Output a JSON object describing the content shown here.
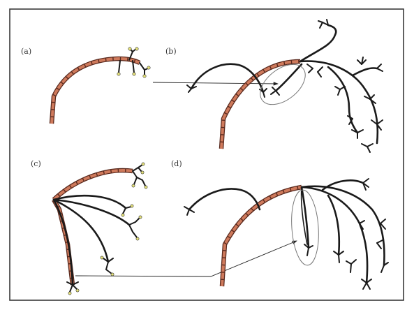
{
  "panels": [
    {
      "id": "a",
      "label": "(a)"
    },
    {
      "id": "b",
      "label": "(b)"
    },
    {
      "id": "c",
      "label": "(c)"
    },
    {
      "id": "d",
      "label": "(d)"
    }
  ],
  "colors": {
    "stem_fill": "#cf7a5c",
    "stem_edge": "#5a2a1e",
    "branch": "#1a1a1a",
    "bud": "#e6e27a",
    "ellipse": "#777777",
    "frame": "#3a3a3a"
  }
}
